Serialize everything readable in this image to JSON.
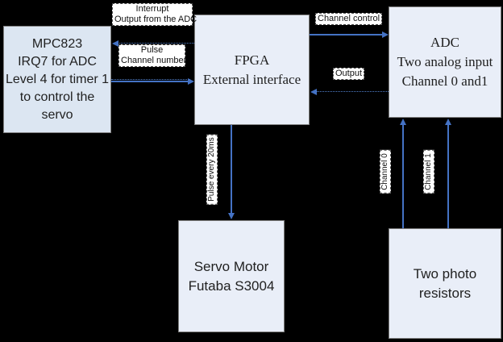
{
  "diagram_title": "MPC823 / FPGA / ADC servo control block diagram",
  "colors": {
    "background": "#000000",
    "connector_blue": "#4472c4",
    "node_fill": "#e9eef8",
    "mpc823_fill": "#dce6f2",
    "node_border": "#7f7f7f",
    "label_bg": "#ffffff"
  },
  "nodes": {
    "mpc823": {
      "lines": [
        "MPC823",
        "IRQ7 for ADC",
        "Level 4 for timer 1",
        "to control the",
        "servo"
      ]
    },
    "fpga": {
      "lines": [
        "FPGA",
        "External interface"
      ]
    },
    "adc": {
      "lines": [
        "ADC",
        "Two analog input",
        "Channel 0 and1"
      ]
    },
    "servo": {
      "lines": [
        "Servo Motor",
        "Futaba S3004"
      ]
    },
    "photo": {
      "lines": [
        "Two photo",
        "resistors"
      ]
    }
  },
  "labels": {
    "interrupt": {
      "lines": [
        "Interrupt",
        "Output from the ADC"
      ]
    },
    "pulse_channel": {
      "lines": [
        "Pulse",
        "Channel number"
      ]
    },
    "channel_control": "Channel control",
    "output": "Output",
    "pulse_every_20ms": "Pulse every 20ms",
    "channel0": "Channel 0",
    "channel1": "Channel 1"
  },
  "connections": [
    {
      "from": "fpga",
      "to": "mpc823",
      "style": "dotted",
      "labels": [
        "Interrupt Output from the ADC"
      ]
    },
    {
      "from": "mpc823",
      "to": "fpga",
      "style": "solid",
      "labels": [
        "Pulse Channel number"
      ]
    },
    {
      "from": "fpga",
      "to": "adc",
      "style": "solid",
      "labels": [
        "Channel control"
      ]
    },
    {
      "from": "adc",
      "to": "fpga",
      "style": "dotted",
      "labels": [
        "Output"
      ]
    },
    {
      "from": "fpga",
      "to": "servo",
      "style": "solid",
      "labels": [
        "Pulse every 20ms"
      ]
    },
    {
      "from": "photo",
      "to": "adc",
      "style": "solid",
      "labels": [
        "Channel 0"
      ]
    },
    {
      "from": "photo",
      "to": "adc",
      "style": "solid",
      "labels": [
        "Channel 1"
      ]
    }
  ]
}
